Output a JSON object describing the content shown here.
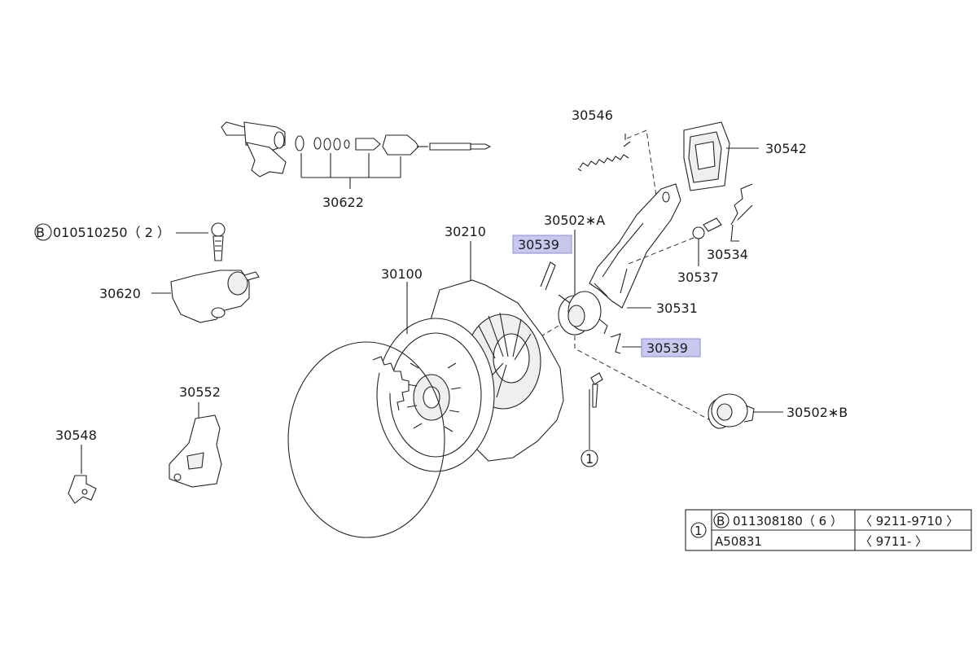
{
  "labels": {
    "p30546": "30546",
    "p30542": "30542",
    "p30622": "30622",
    "p30502a": "30502∗A",
    "p30534": "30534",
    "p30539_top": "30539",
    "p30210": "30210",
    "p30537": "30537",
    "p30100": "30100",
    "p30620": "30620",
    "p30531": "30531",
    "p30539_bottom": "30539",
    "p30552": "30552",
    "p30502b": "30502∗B",
    "p30548": "30548",
    "bolt_ref": "010510250（ 2 ）",
    "bolt_ref_b": "B",
    "callout_1": "1"
  },
  "highlight": {
    "color": "#c8c8ef"
  },
  "ref_table": {
    "index": "1",
    "rows": [
      {
        "b": "B",
        "part": "011308180（ 6 ）",
        "range": "〈 9211-9710 〉"
      },
      {
        "b": "",
        "part": "A50831",
        "range": "〈 9711-          〉"
      }
    ]
  }
}
